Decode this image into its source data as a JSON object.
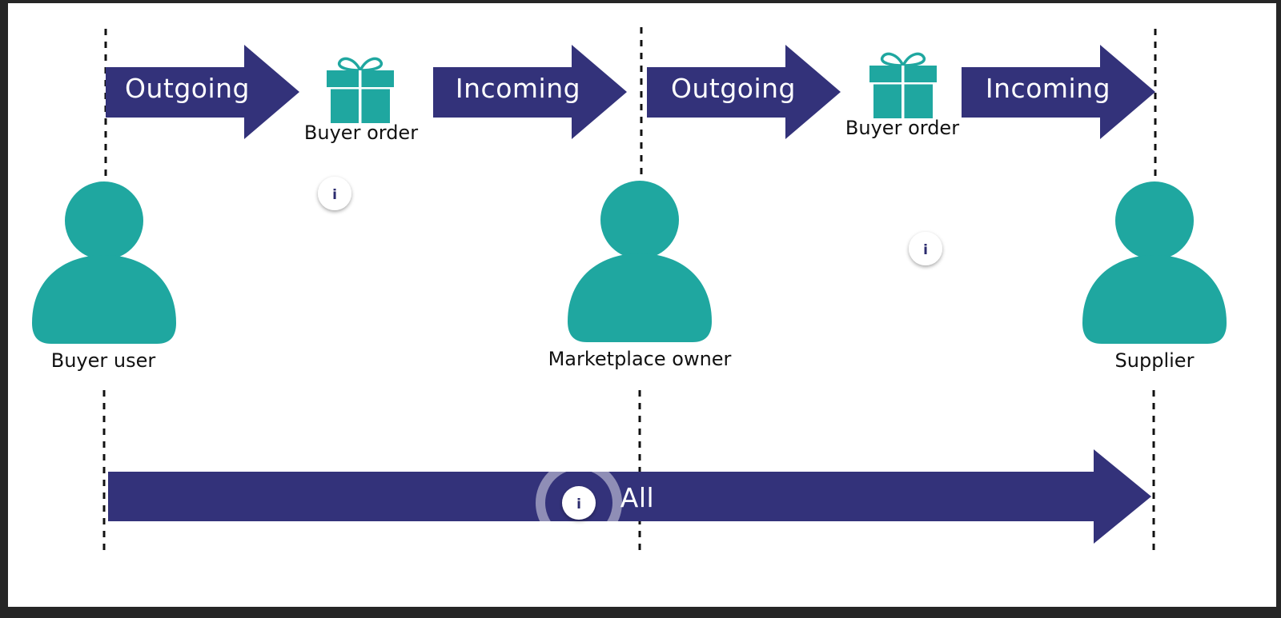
{
  "flow": {
    "top_arrows": [
      {
        "label": "Outgoing"
      },
      {
        "label": "Incoming"
      },
      {
        "label": "Outgoing"
      },
      {
        "label": "Incoming"
      }
    ],
    "orders": [
      {
        "label": "Buyer order",
        "icon": "gift-icon"
      },
      {
        "label": "Buyer order",
        "icon": "gift-icon"
      }
    ],
    "actors": [
      {
        "label": "Buyer user",
        "icon": "person-icon"
      },
      {
        "label": "Marketplace owner",
        "icon": "person-icon"
      },
      {
        "label": "Supplier",
        "icon": "person-icon"
      }
    ],
    "bottom_arrow": {
      "label": "All"
    },
    "info_buttons": [
      {
        "symbol": "i"
      },
      {
        "symbol": "i"
      },
      {
        "symbol": "i"
      }
    ]
  },
  "colors": {
    "arrow": "#33327a",
    "icon": "#1fa7a0",
    "background": "#ffffff",
    "frame": "#262626"
  }
}
